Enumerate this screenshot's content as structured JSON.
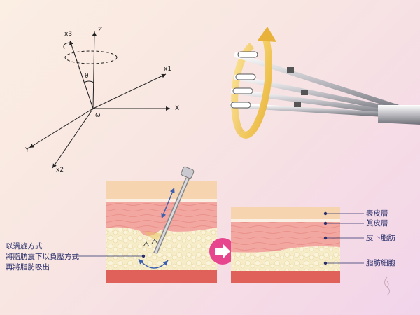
{
  "axes": {
    "x3": "x3",
    "z": "Z",
    "x1": "x1",
    "x": "X",
    "y": "Y",
    "x2": "x2",
    "theta": "θ",
    "omega": "ω"
  },
  "labels": {
    "epidermis": "表皮層",
    "dermis": "眞皮層",
    "subcutaneous_fat": "皮下脂肪",
    "fat_cells": "脂肪細胞"
  },
  "note": {
    "line1": "以渦旋方式",
    "line2": "將脂肪震下以負壓方式",
    "line3": "再將脂肪吸出"
  },
  "colors": {
    "epidermis": "#f7d4b0",
    "dermis": "#f2a7a0",
    "fat": "#f6ecc8",
    "muscle": "#e0605a",
    "arrow": "#e8458f",
    "rotation": "#f1c94a",
    "leader": "#2a2f6b",
    "motion_arrow": "#3a5fb0"
  }
}
